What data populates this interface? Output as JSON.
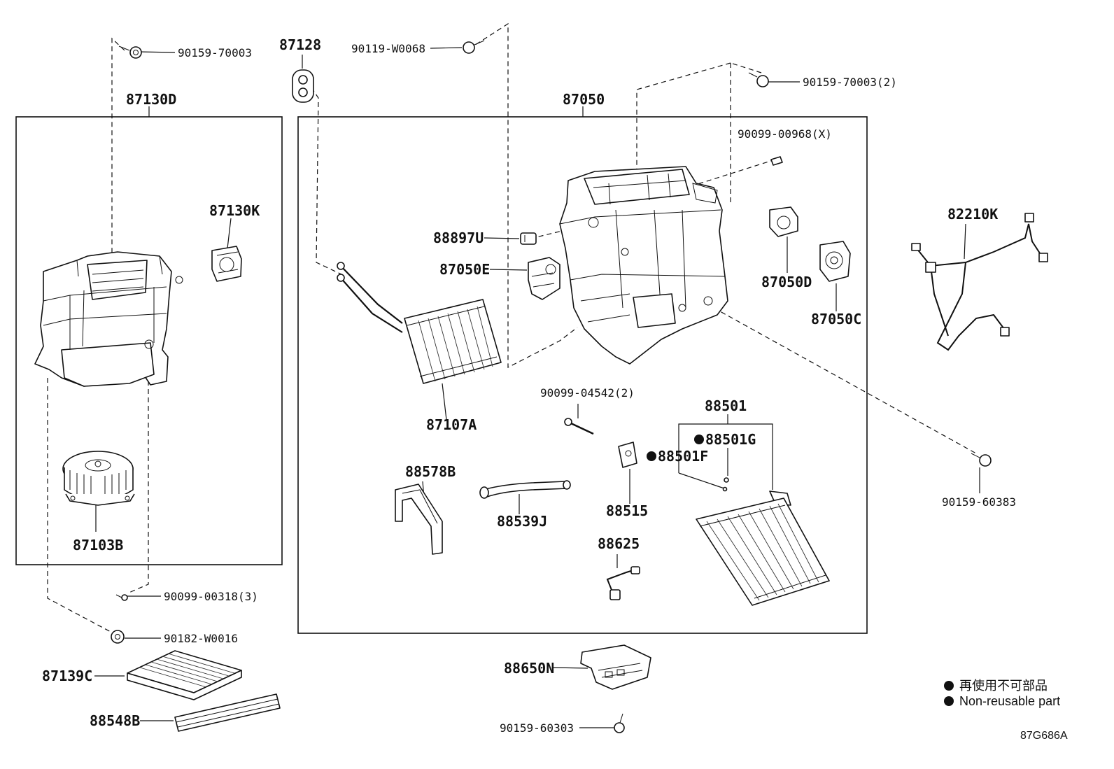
{
  "diagram": {
    "ref_code": "87G686A",
    "legend": {
      "line_jp": "再使用不可部品",
      "line_en": "Non-reusable part"
    },
    "labels": {
      "p90159_70003_top": "90159-70003",
      "p87130D": "87130D",
      "p87130K": "87130K",
      "p87103B": "87103B",
      "p90099_00318": "90099-00318(3)",
      "p90182_W0016": "90182-W0016",
      "p87139C": "87139C",
      "p88548B": "88548B",
      "p87128": "87128",
      "p90119_W0068": "90119-W0068",
      "p87050": "87050",
      "p90159_70003_2": "90159-70003(2)",
      "p90099_00968": "90099-00968(X)",
      "p88897U": "88897U",
      "p87050E": "87050E",
      "p87050D": "87050D",
      "p87050C": "87050C",
      "p87107A": "87107A",
      "p90099_04542": "90099-04542(2)",
      "p88501": "88501",
      "p88501G": "88501G",
      "p88501F": "88501F",
      "p88578B": "88578B",
      "p88539J": "88539J",
      "p88515": "88515",
      "p88625": "88625",
      "p90159_60383": "90159-60383",
      "p82210K": "82210K",
      "p88650N": "88650N",
      "p90159_60303": "90159-60303"
    }
  }
}
